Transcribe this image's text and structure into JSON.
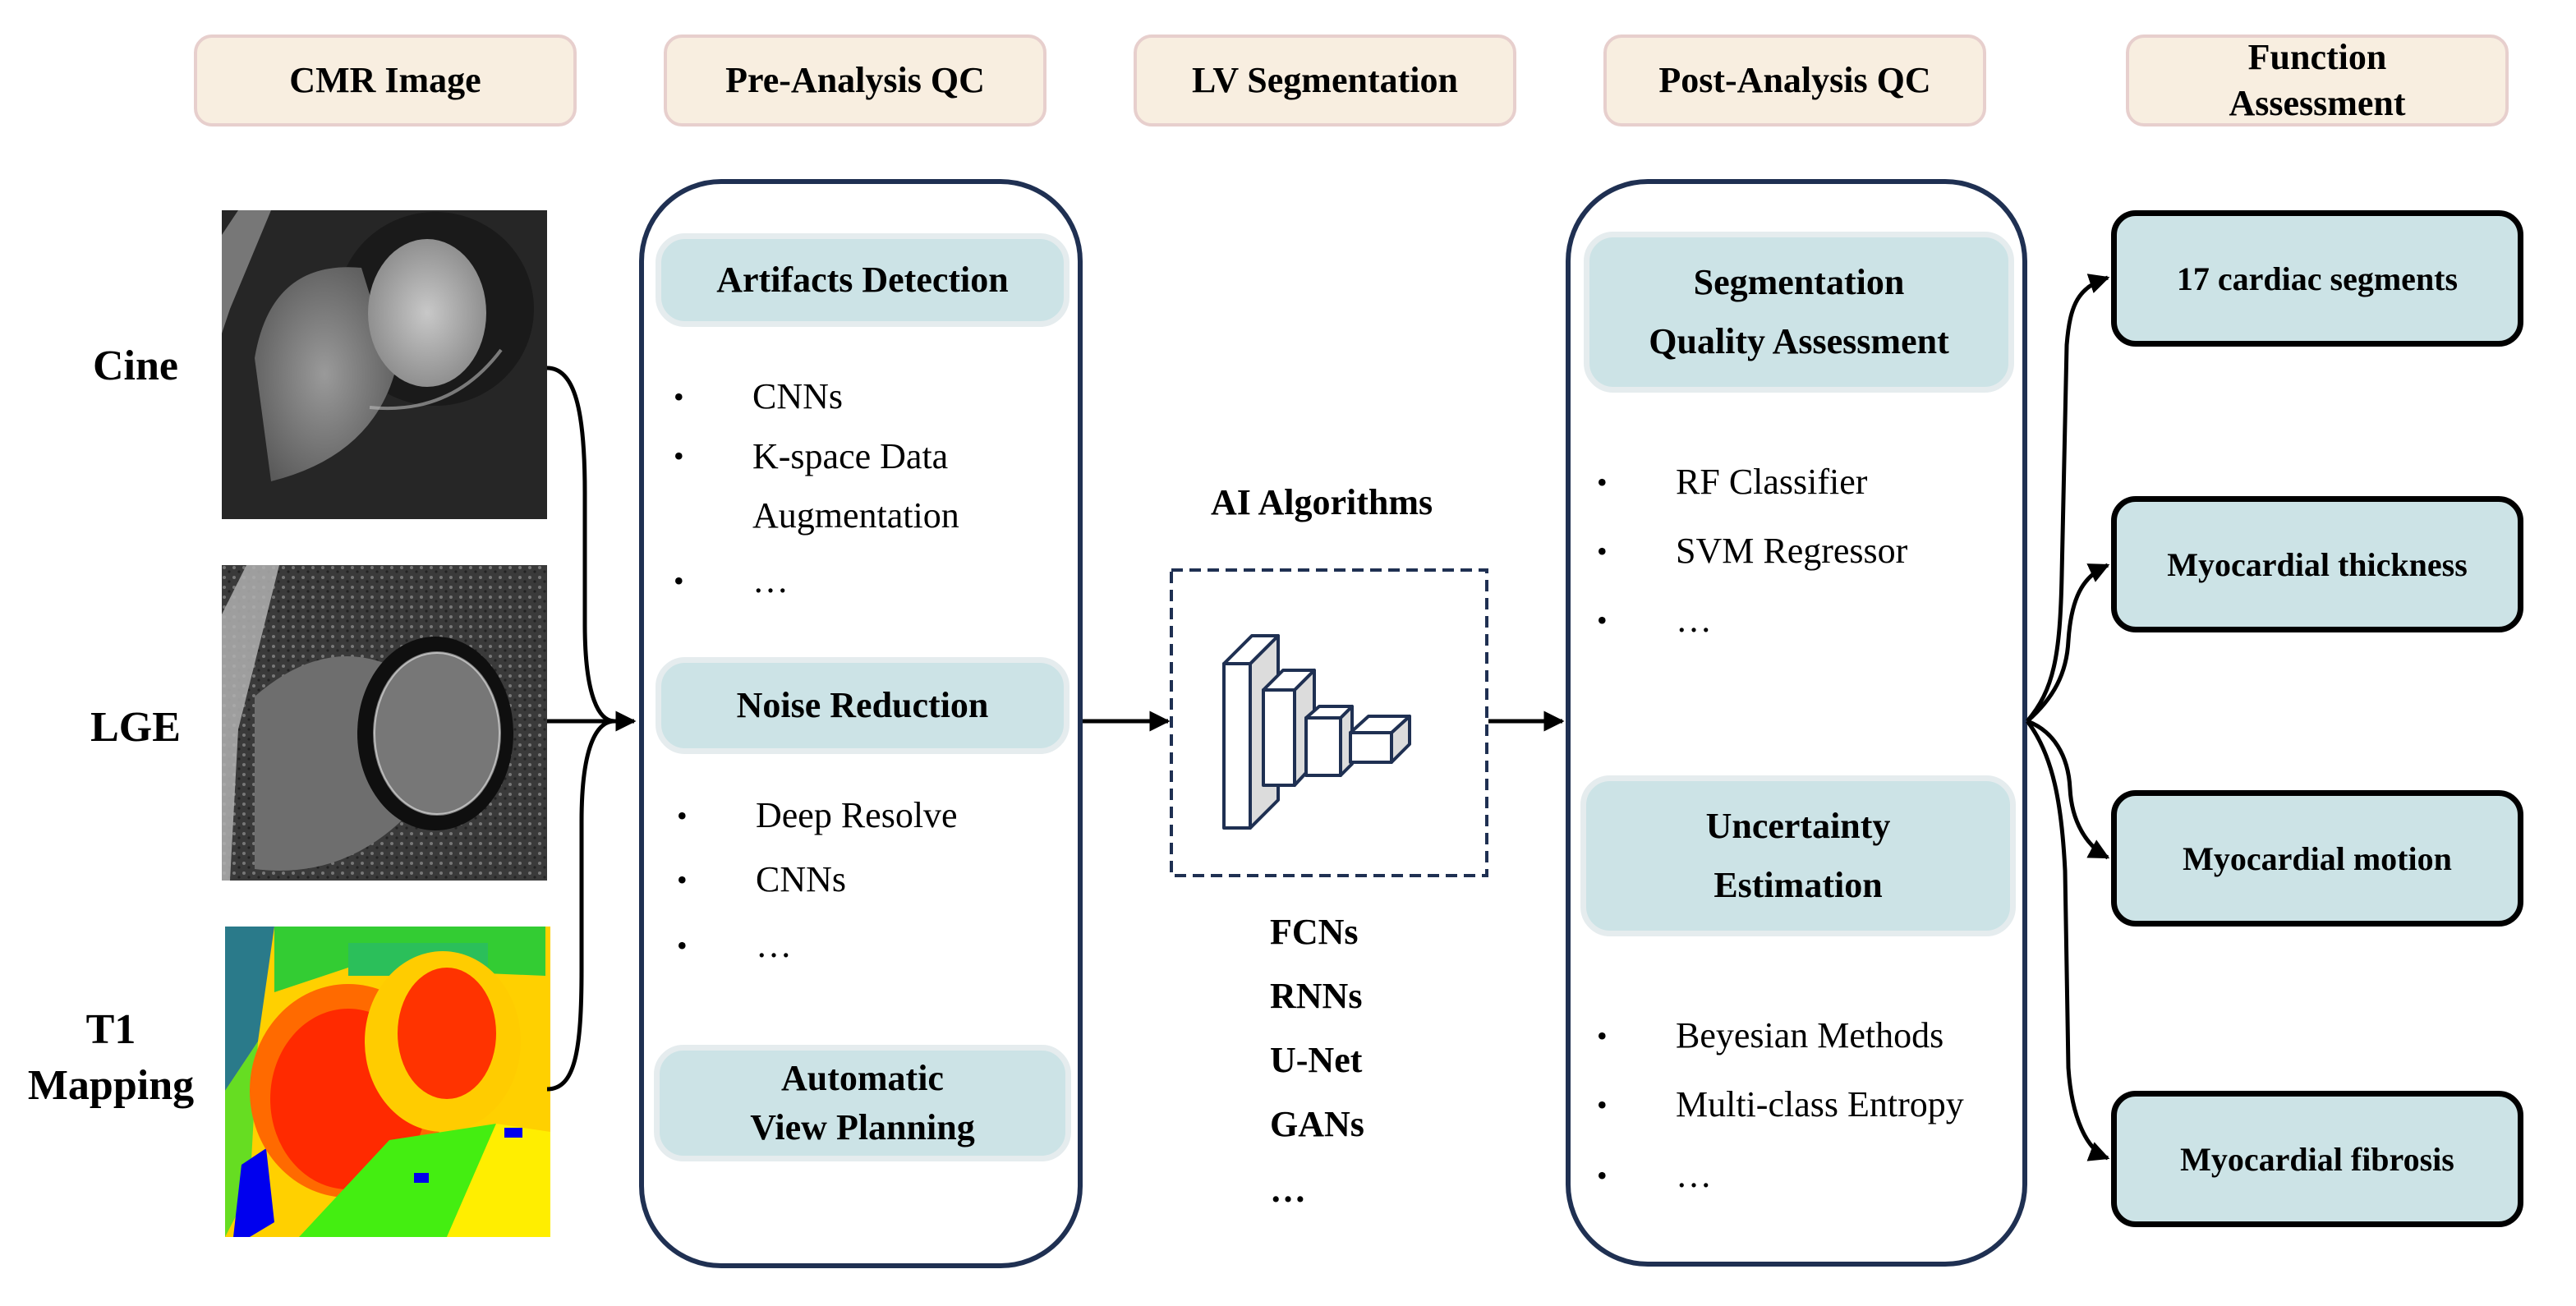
{
  "headers": [
    {
      "id": "cmr-image",
      "label": "CMR Image"
    },
    {
      "id": "pre-analysis-qc",
      "label": "Pre-Analysis QC"
    },
    {
      "id": "lv-segmentation",
      "label": "LV Segmentation"
    },
    {
      "id": "post-analysis-qc",
      "label": "Post-Analysis QC"
    },
    {
      "id": "function-assessment",
      "label": "Function\nAssessment"
    }
  ],
  "inputs": [
    {
      "label": "Cine",
      "image": "cine-mri-short-axis"
    },
    {
      "label": "LGE",
      "image": "lge-mri-short-axis"
    },
    {
      "label": "T1\nMapping",
      "image": "t1-map-color"
    }
  ],
  "pre_analysis": {
    "sections": [
      {
        "title": "Artifacts Detection",
        "items": [
          "CNNs",
          "K-space Data\nAugmentation",
          "…"
        ]
      },
      {
        "title": "Noise Reduction",
        "items": [
          "Deep Resolve",
          "CNNs",
          "…"
        ]
      },
      {
        "title": "Automatic\nView Planning",
        "items": []
      }
    ]
  },
  "segmentation": {
    "title": "AI Algorithms",
    "icon": "cnn-layers-icon",
    "algorithms": [
      "FCNs",
      "RNNs",
      "U-Net",
      "GANs",
      "…"
    ]
  },
  "post_analysis": {
    "sections": [
      {
        "title": "Segmentation\nQuality Assessment",
        "items": [
          "RF Classifier",
          "SVM Regressor",
          "…"
        ]
      },
      {
        "title": "Uncertainty\nEstimation",
        "items": [
          "Beyesian Methods",
          "Multi-class Entropy",
          "…"
        ]
      }
    ]
  },
  "outputs": [
    "17 cardiac segments",
    "Myocardial thickness",
    "Myocardial motion",
    "Myocardial fibrosis"
  ],
  "colors": {
    "header_fill": "#f8eee0",
    "header_border": "#e7cfcd",
    "panel_border": "#1f3052",
    "subbox_fill": "#cce3e6",
    "output_border": "#000000"
  }
}
